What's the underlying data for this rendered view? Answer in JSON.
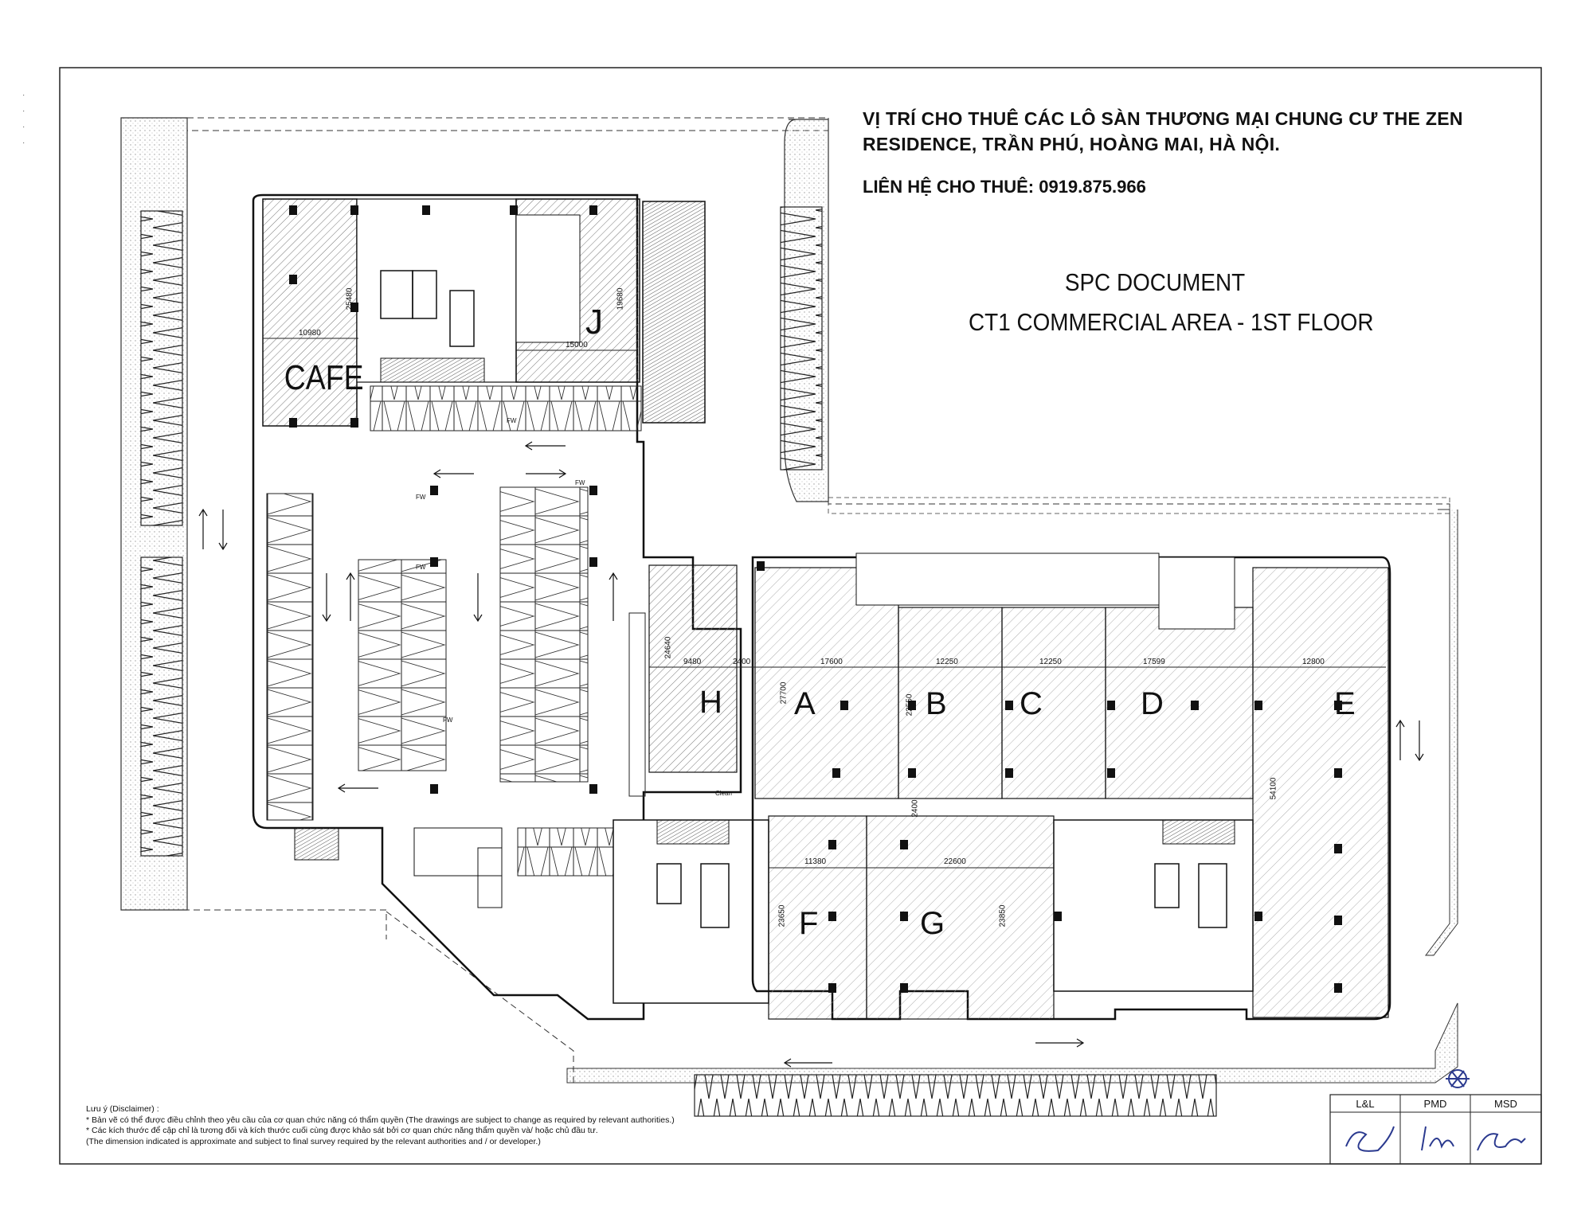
{
  "title": {
    "line1": "VỊ TRÍ CHO THUÊ CÁC LÔ SÀN THƯƠNG MẠI CHUNG CƯ THE ZEN",
    "line2": "RESIDENCE, TRẦN PHÚ, HOÀNG MAI, HÀ NỘI."
  },
  "contact": "LIÊN HỆ CHO THUÊ: 0919.875.966",
  "document": {
    "line1": "SPC DOCUMENT",
    "line2": "CT1 COMMERCIAL AREA - 1ST FLOOR"
  },
  "units": {
    "cafe": "CAFE",
    "a": "A",
    "b": "B",
    "c": "C",
    "d": "D",
    "e": "E",
    "f": "F",
    "g": "G",
    "h": "H",
    "j": "J"
  },
  "dimensions": {
    "cafe_w": "10980",
    "cafe_h": "25480",
    "j_w": "15000",
    "j_h": "19680",
    "h_w": "9480",
    "h_h": "24640",
    "gap": "2400",
    "a_w": "17600",
    "a_h": "27700",
    "b_w": "12250",
    "b_h": "22550",
    "c_w": "12250",
    "d_w": "17599",
    "e_w": "12800",
    "e_h": "54100",
    "fg_gap": "2400",
    "f_w": "11380",
    "f_h": "23650",
    "g_w": "22600",
    "g_h": "23850"
  },
  "labels": {
    "fw": "FW",
    "clean": "Clean"
  },
  "disclaimer": {
    "heading": "Lưu ý (Disclaimer) :",
    "line1": "* Bản vẽ có thể được điều chỉnh theo yêu cầu của cơ quan chức năng có thẩm quyền (The drawings are subject to change as required by relevant authorities.)",
    "line2": "* Các kích thước để cập chỉ là tương đối và kích thước cuối cùng được khảo sát bởi cơ quan chức năng thẩm quyền và/ hoặc chủ đầu tư.",
    "line3": "(The dimension indicated is approximate and subject to final survey required by the relevant authorities and / or developer.)"
  },
  "signatures": {
    "col1": "L&L",
    "col2": "PMD",
    "col3": "MSD"
  },
  "colors": {
    "line": "#1a1a1a",
    "hatch": "#555555",
    "signature_ink": "#2b3a8f"
  }
}
